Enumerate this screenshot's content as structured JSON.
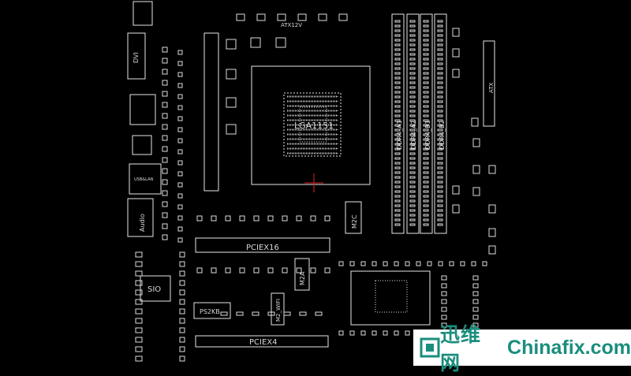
{
  "board": {
    "labels": {
      "cpu_socket": "LGA1151",
      "dimm_a1": "DDR4_A1",
      "dimm_a2": "DDR4_A2",
      "dimm_b1": "DDR4_B1",
      "dimm_b2": "DDR4_B2",
      "pcie_x16": "PCIEX16",
      "pcie_x4": "PCIEX4",
      "m2a": "M2A",
      "m2_wifi": "M2_WIFI",
      "m2c": "M2C",
      "sio": "SIO",
      "ps2": "PS2KB",
      "audio": "Audio",
      "dvi": "DVI",
      "usb_lan": "USB&LAN",
      "atx": "ATX",
      "cpu_power": "ATX12V"
    }
  },
  "watermark": {
    "cn_text": "迅维网",
    "en_text": "Chinafix.com",
    "color": "#1a8e7d"
  }
}
